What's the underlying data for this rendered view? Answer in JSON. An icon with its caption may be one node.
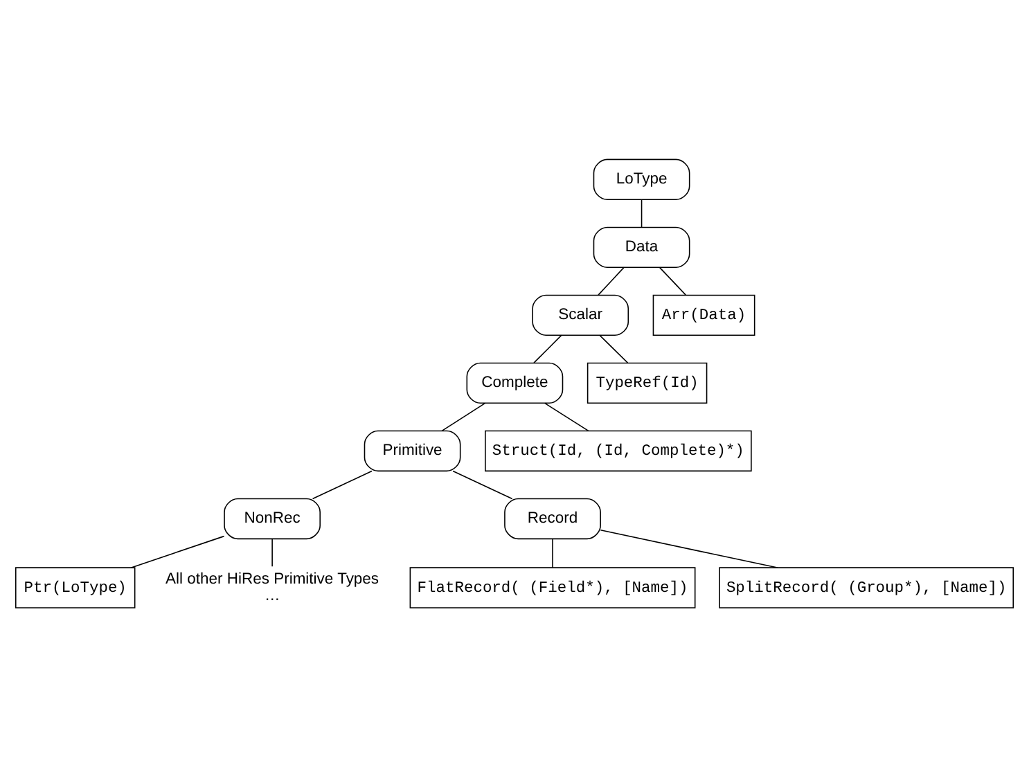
{
  "diagram": {
    "nodes": [
      {
        "text": [
          "LoType"
        ]
      },
      {
        "text": [
          "Data"
        ]
      },
      {
        "text": [
          "Scalar"
        ]
      },
      {
        "text": [
          "Arr(Data)"
        ]
      },
      {
        "text": [
          "Complete"
        ]
      },
      {
        "text": [
          "TypeRef(Id)"
        ]
      },
      {
        "text": [
          "Primitive"
        ]
      },
      {
        "text": [
          "Struct(Id, (Id, Complete)*)"
        ]
      },
      {
        "text": [
          "NonRec"
        ]
      },
      {
        "text": [
          "Record"
        ]
      },
      {
        "text": [
          "Ptr(LoType)"
        ]
      },
      {
        "text": [
          "All other HiRes Primitive Types",
          "…"
        ]
      },
      {
        "text": [
          "FlatRecord( (Field*), [Name])"
        ]
      },
      {
        "text": [
          "SplitRecord( (Group*), [Name])"
        ]
      }
    ],
    "edges": [
      {
        "from": 0,
        "to": 1,
        "arrow": "none"
      },
      {
        "from": 1,
        "to": 2,
        "arrow": "none"
      },
      {
        "from": 1,
        "to": 3,
        "arrow": "none"
      },
      {
        "from": 2,
        "to": 4,
        "arrow": "none"
      },
      {
        "from": 2,
        "to": 5,
        "arrow": "none"
      },
      {
        "from": 4,
        "to": 6,
        "arrow": "none"
      },
      {
        "from": 4,
        "to": 7,
        "arrow": "none"
      },
      {
        "from": 6,
        "to": 8,
        "arrow": "none"
      },
      {
        "from": 6,
        "to": 9,
        "arrow": "none"
      },
      {
        "from": 8,
        "to": 10,
        "arrow": "none"
      },
      {
        "from": 8,
        "to": 11,
        "arrow": "none"
      },
      {
        "from": 9,
        "to": 12,
        "arrow": "none"
      },
      {
        "from": 9,
        "to": 13,
        "arrow": "none"
      }
    ]
  }
}
